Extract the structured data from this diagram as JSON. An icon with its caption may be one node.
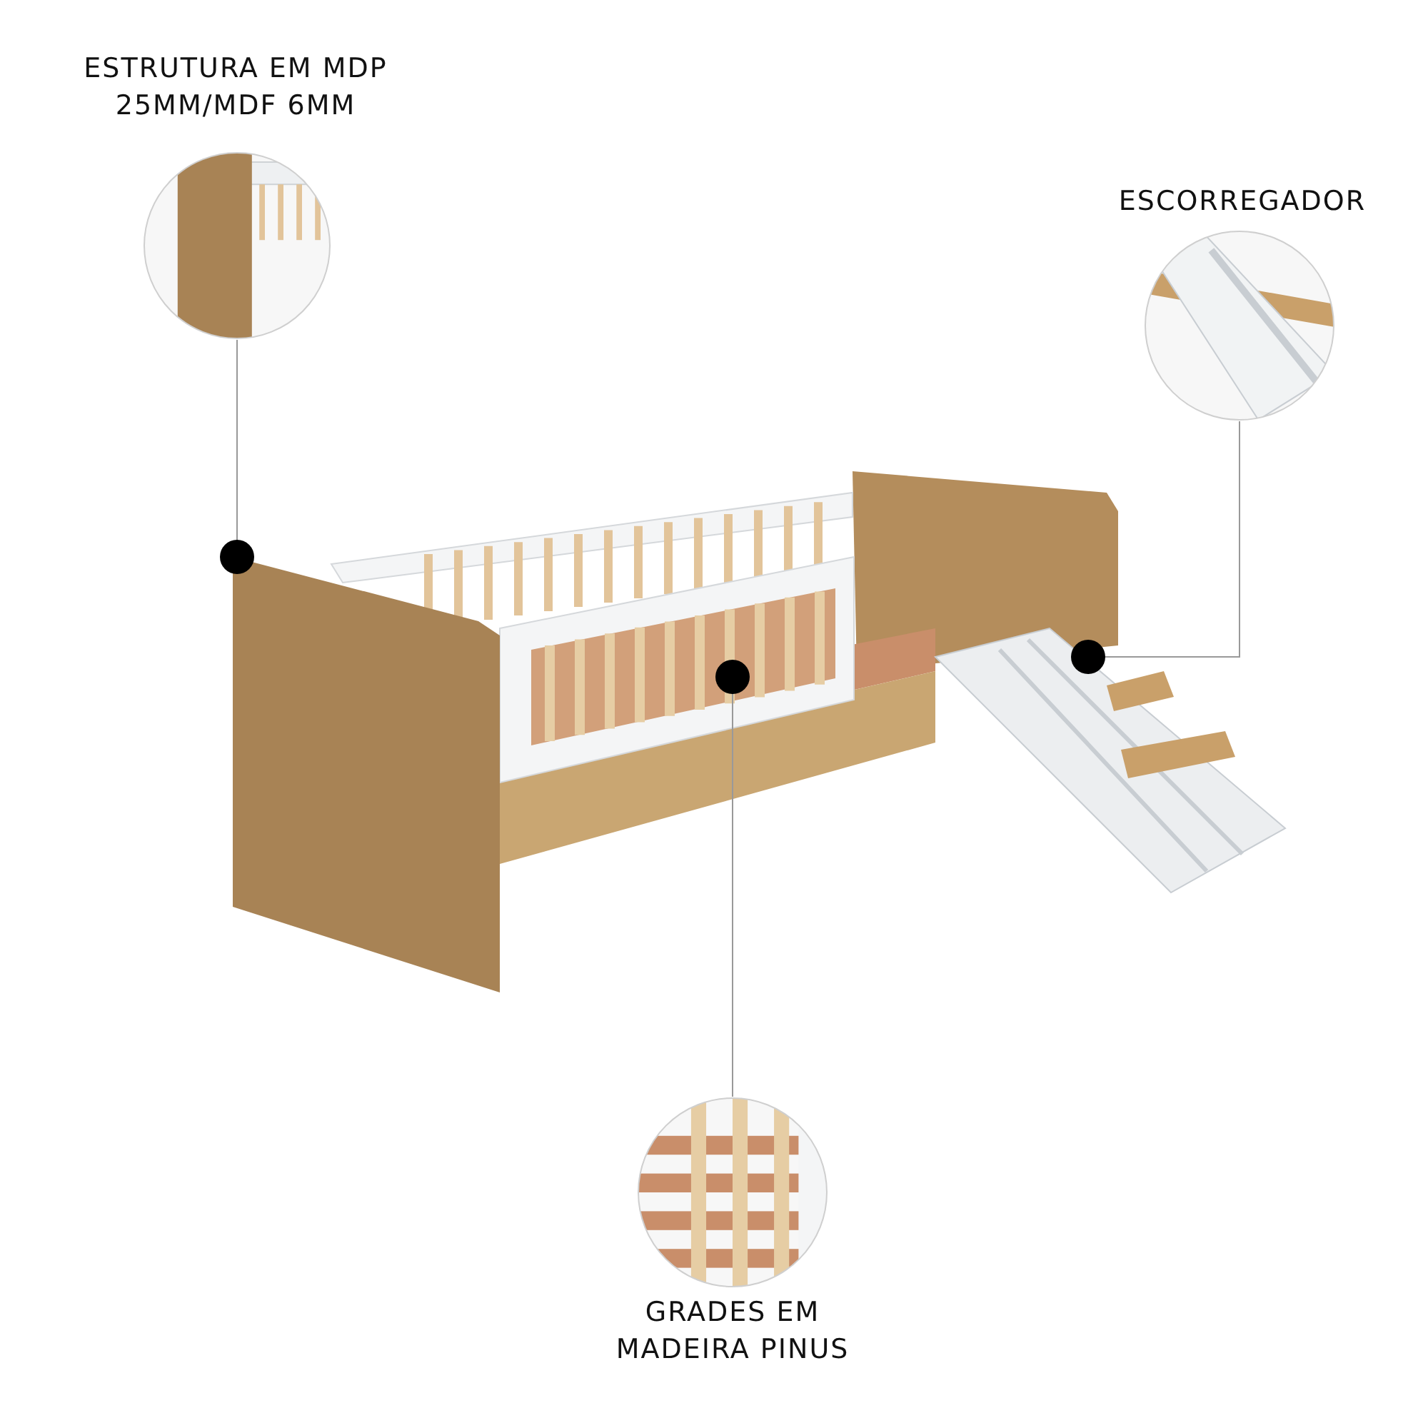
{
  "diagram": {
    "nodes": [
      {
        "text": [
          "ESTRUTURA EM MDP 25MM/MDF 6MM"
        ]
      },
      {
        "text": [
          "ESCORREGADOR"
        ]
      },
      {
        "text": [
          "GRADES EM MADEIRA PINUS"
        ]
      }
    ],
    "edges": [
      {
        "from": 0,
        "to": null,
        "arrow": "other"
      },
      {
        "from": 1,
        "to": null,
        "arrow": "other"
      },
      {
        "from": 2,
        "to": null,
        "arrow": "other"
      }
    ]
  }
}
